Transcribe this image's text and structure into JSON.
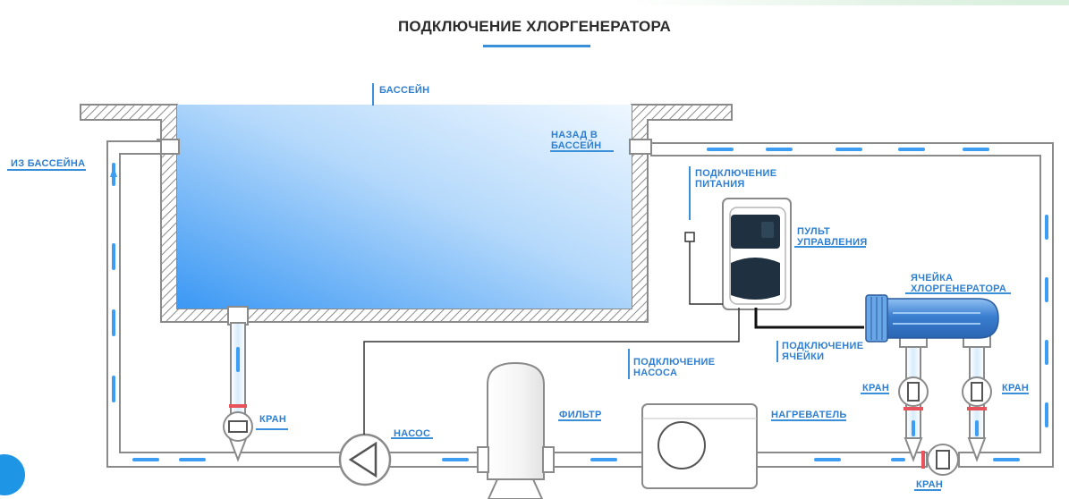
{
  "title": "ПОДКЛЮЧЕНИЕ ХЛОРГЕНЕРАТОРА",
  "labels": {
    "pool": "БАССЕЙН",
    "from_pool": "ИЗ БАССЕЙНА",
    "back_to_pool_1": "НАЗАД В",
    "back_to_pool_2": "БАССЕЙН",
    "power_1": "ПОДКЛЮЧЕНИЕ",
    "power_2": "ПИТАНИЯ",
    "control_1": "ПУЛЬТ",
    "control_2": "УПРАВЛЕНИЯ",
    "cell_1": "ЯЧЕЙКА",
    "cell_2": "ХЛОРГЕНЕРАТОРА",
    "cell_conn_1": "ПОДКЛЮЧЕНИЕ",
    "cell_conn_2": "ЯЧЕЙКИ",
    "pump_conn_1": "ПОДКЛЮЧЕНИЕ",
    "pump_conn_2": "НАСОСА",
    "valve_left": "КРАН",
    "pump": "НАСОС",
    "filter": "ФИЛЬТР",
    "heater": "НАГРЕВАТЕЛЬ",
    "valve_cell_left": "КРАН",
    "valve_cell_right": "КРАН",
    "valve_bottom": "КРАН"
  },
  "colors": {
    "accent": "#2e7fd1",
    "water_light": "#e3f1fd",
    "water_dark": "#3d9bf5",
    "pipe_outline": "#8a8a8a",
    "cell_blue": "#3b7fd0",
    "controller_screen": "#1f3040"
  }
}
